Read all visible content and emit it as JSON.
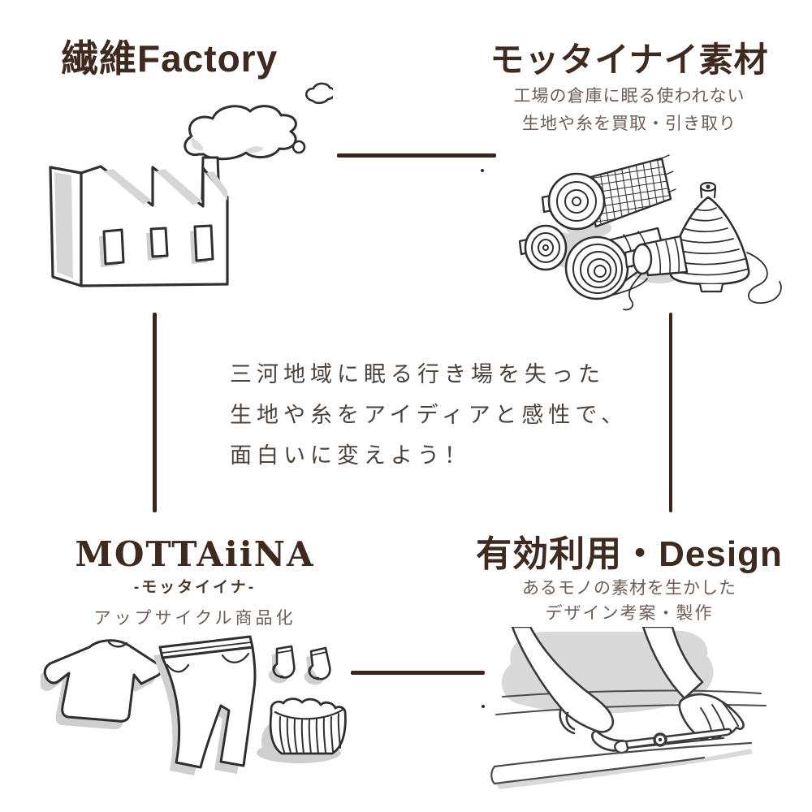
{
  "colors": {
    "background": "#ffffff",
    "title_text": "#3E2A1F",
    "subtitle_text": "#6D5D55",
    "center_text": "#4B423C",
    "connector_line": "#3A251D",
    "sketch_line": "#2f2f2f",
    "sketch_shade": "#d6d6d6"
  },
  "quadrants": {
    "factory": {
      "title": "繊維Factory",
      "illustration": "factory-building-sketch"
    },
    "materials": {
      "title": "モッタイナイ素材",
      "subtitle_line1": "工場の倉庫に眠る使われない",
      "subtitle_line2": "生地や糸を買取・引き取り",
      "illustration": "fabric-rolls-and-thread-cones-sketch"
    },
    "mottaiina": {
      "title": "MOTTAiiNA",
      "reading": "-モッタイイナ-",
      "caption": "アップサイクル商品化",
      "illustration": "upcycled-clothes-sketch"
    },
    "design": {
      "title": "有効利用・Design",
      "subtitle_line1": "あるモノの素材を生かした",
      "subtitle_line2": "デザイン考案・製作",
      "illustration": "hands-cutting-fabric-sketch"
    }
  },
  "center_message": {
    "line1": "三河地域に眠る行き場を失った",
    "line2": "生地や糸をアイディアと感性で、",
    "line3": "面白いに変えよう！"
  }
}
